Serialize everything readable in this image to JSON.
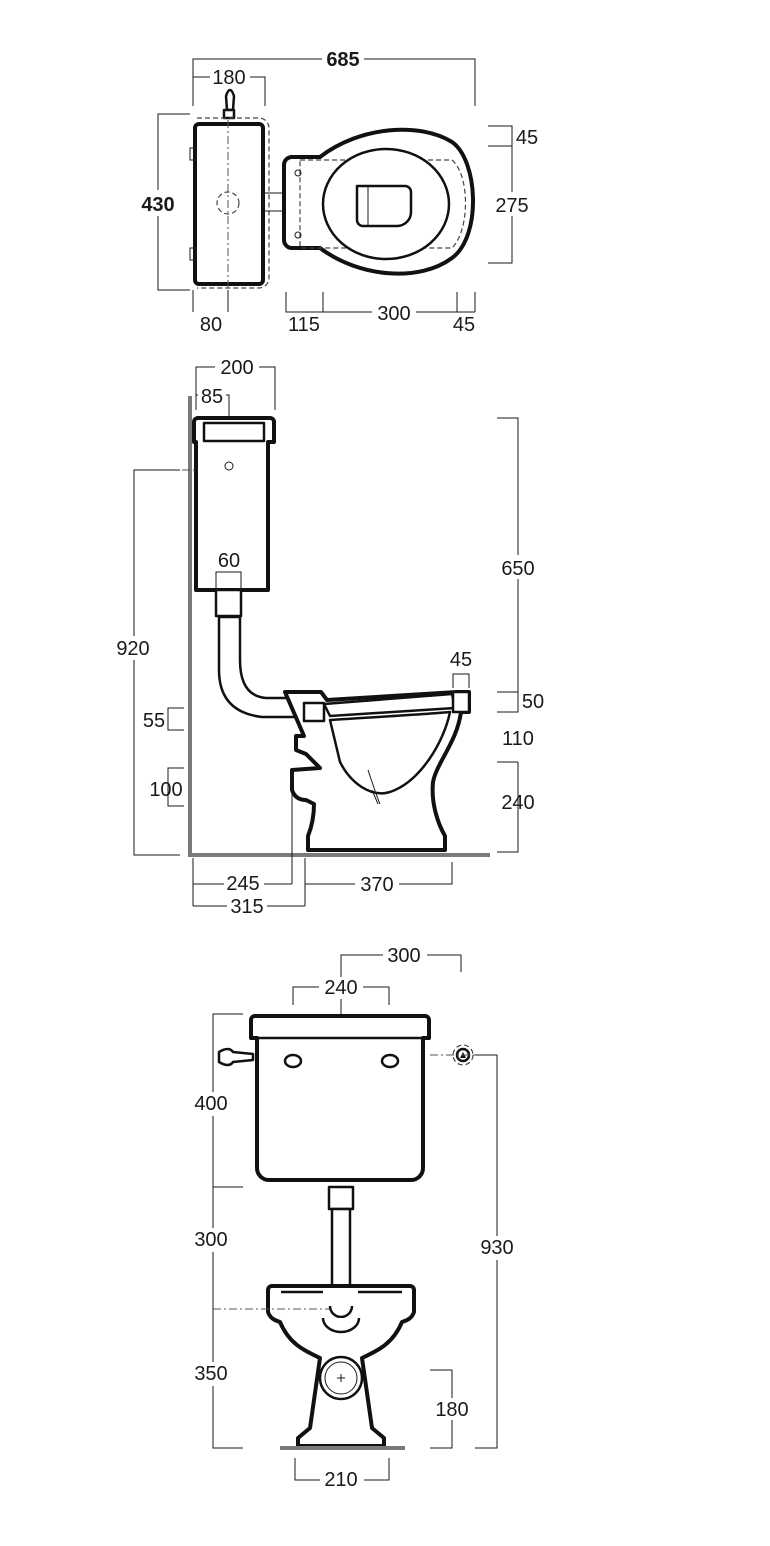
{
  "top_view": {
    "overall_width": "685",
    "cistern_width": "180",
    "overall_depth": "430",
    "rear_offset": "80",
    "seat_front": "45",
    "seat_depth": "275",
    "hinge_offset": "115",
    "bowl_length": "300",
    "bowl_front": "45"
  },
  "side_view": {
    "cistern_depth": "200",
    "outlet_offset": "85",
    "cistern_height": "650",
    "pipe_width": "60",
    "total_height": "920",
    "rim_lip": "45",
    "rim_height": "50",
    "bowl_height": "110",
    "pan_height": "240",
    "inlet_height": "55",
    "outlet_height": "100",
    "wall_to_outlet": "245",
    "wall_to_pan": "315",
    "pan_length": "370"
  },
  "front_view": {
    "tank_width": "300",
    "fixing_width": "240",
    "tank_height": "400",
    "pipe_height": "300",
    "pan_height": "350",
    "overall_height": "930",
    "outlet_center": "180",
    "base_width": "210"
  },
  "colors": {
    "line": "#111111",
    "wall": "#7a7a7a"
  }
}
